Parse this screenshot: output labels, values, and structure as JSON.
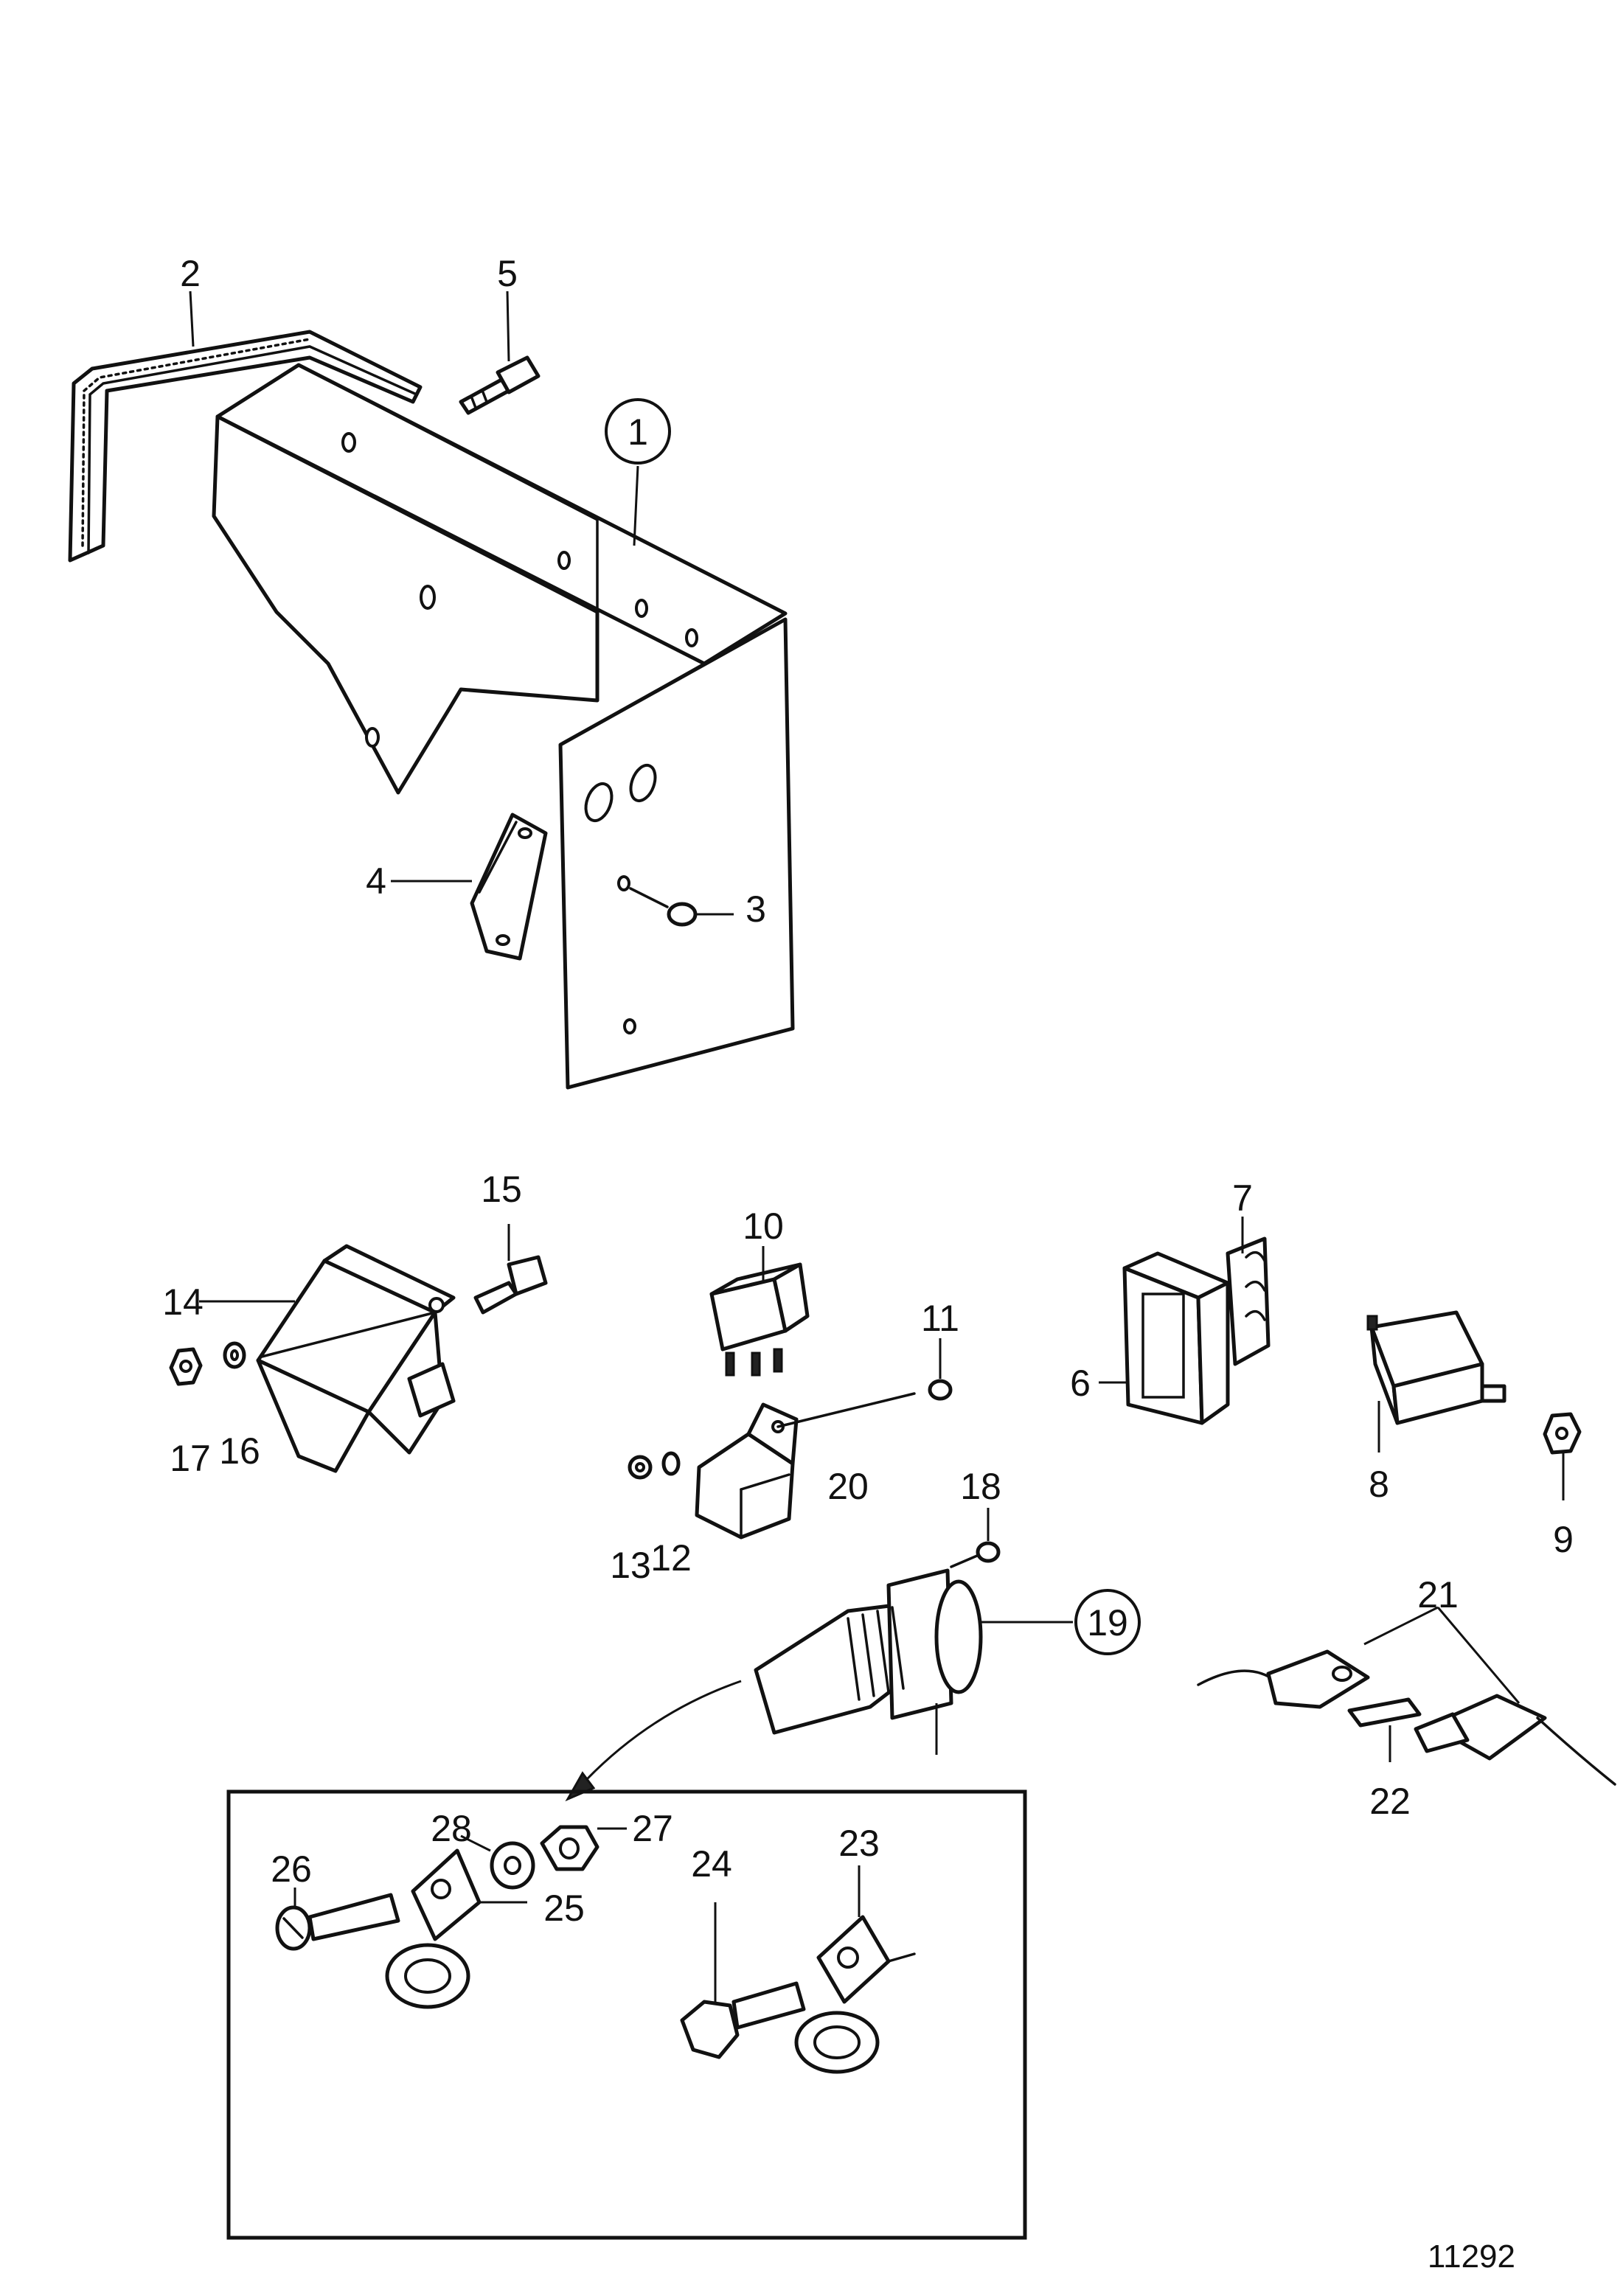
{
  "diagram": {
    "reference_number": "11292",
    "callouts": [
      {
        "id": "1",
        "label": "1",
        "circled": true
      },
      {
        "id": "2",
        "label": "2"
      },
      {
        "id": "3",
        "label": "3"
      },
      {
        "id": "4",
        "label": "4"
      },
      {
        "id": "5",
        "label": "5"
      },
      {
        "id": "6",
        "label": "6"
      },
      {
        "id": "7",
        "label": "7"
      },
      {
        "id": "8",
        "label": "8"
      },
      {
        "id": "9",
        "label": "9"
      },
      {
        "id": "10",
        "label": "10"
      },
      {
        "id": "11",
        "label": "11"
      },
      {
        "id": "12",
        "label": "12"
      },
      {
        "id": "13",
        "label": "13"
      },
      {
        "id": "14",
        "label": "14"
      },
      {
        "id": "15",
        "label": "15"
      },
      {
        "id": "16",
        "label": "16"
      },
      {
        "id": "17",
        "label": "17"
      },
      {
        "id": "18",
        "label": "18"
      },
      {
        "id": "19",
        "label": "19",
        "circled": true
      },
      {
        "id": "20",
        "label": "20"
      },
      {
        "id": "21",
        "label": "21"
      },
      {
        "id": "22",
        "label": "22"
      },
      {
        "id": "23",
        "label": "23"
      },
      {
        "id": "24",
        "label": "24"
      },
      {
        "id": "25",
        "label": "25"
      },
      {
        "id": "26",
        "label": "26"
      },
      {
        "id": "27",
        "label": "27"
      },
      {
        "id": "28",
        "label": "28"
      }
    ]
  }
}
